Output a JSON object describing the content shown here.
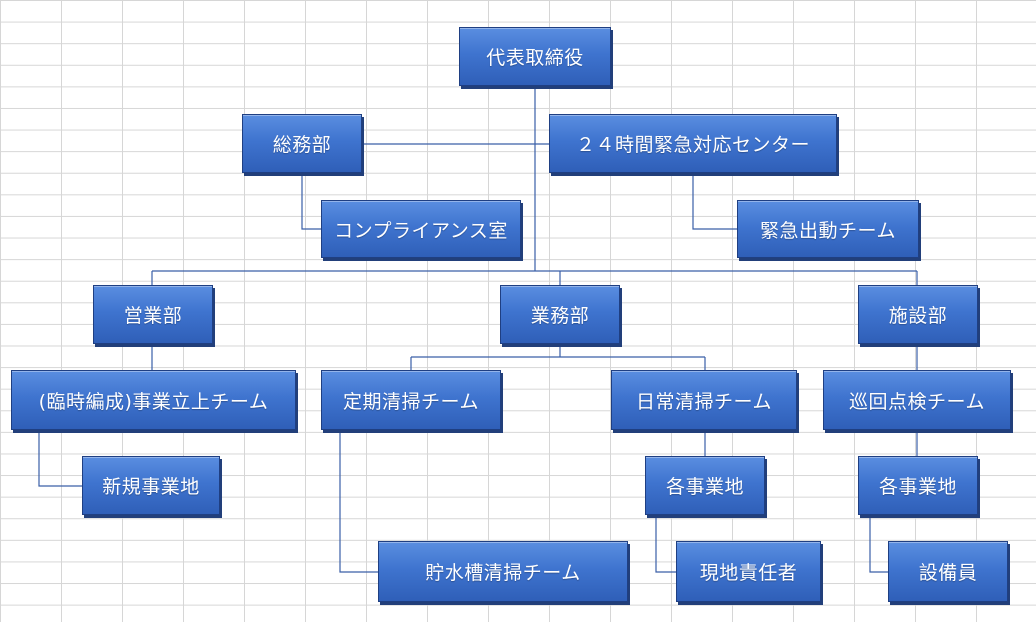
{
  "org_chart": {
    "ceo": "代表取締役",
    "general_affairs": "総務部",
    "emergency_center": "２４時間緊急対応センター",
    "compliance": "コンプライアンス室",
    "emergency_team": "緊急出動チーム",
    "sales": "営業部",
    "operations": "業務部",
    "facilities": "施設部",
    "launch_team": "(臨時編成)事業立上チーム",
    "periodic_cleaning": "定期清掃チーム",
    "daily_cleaning": "日常清掃チーム",
    "patrol_team": "巡回点検チーム",
    "new_business_site": "新規事業地",
    "sites_daily": "各事業地",
    "sites_patrol": "各事業地",
    "water_tank_team": "貯水槽清掃チーム",
    "site_manager": "現地責任者",
    "equipment_staff": "設備員"
  },
  "colors": {
    "node_fill": "#4a7fd8",
    "node_border": "#1f3f82",
    "connector": "#3a5fa8",
    "grid": "#d6d6d6"
  }
}
